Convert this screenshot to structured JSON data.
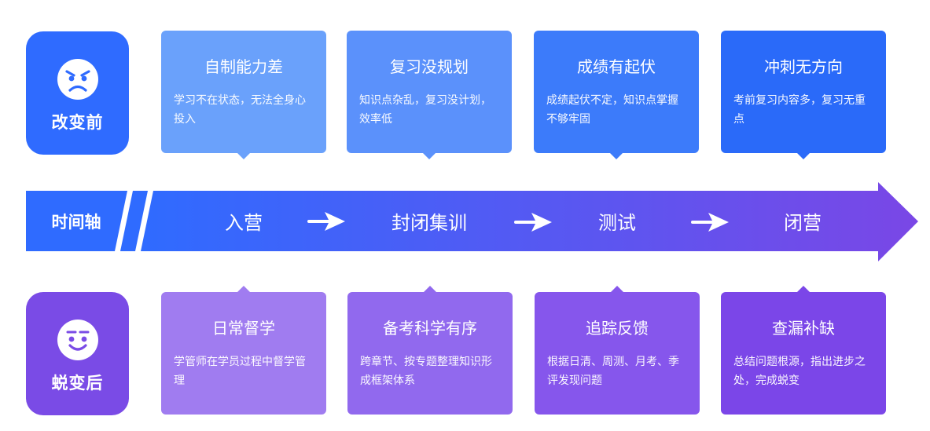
{
  "before": {
    "label": "改变前",
    "color": "#2f6bff",
    "cards": [
      {
        "title": "自制能力差",
        "desc": "学习不在状态，无法全身心投入",
        "color": "#6aa1fb"
      },
      {
        "title": "复习没规划",
        "desc": "知识点杂乱，复习没计划，效率低",
        "color": "#5b91fb"
      },
      {
        "title": "成绩有起伏",
        "desc": "成绩起伏不定，知识点掌握不够牢固",
        "color": "#3c7bfa"
      },
      {
        "title": "冲刺无方向",
        "desc": "考前复习内容多，复习无重点",
        "color": "#2a6af9"
      }
    ]
  },
  "timeline": {
    "label": "时间轴",
    "stages": [
      "入营",
      "封闭集训",
      "测试",
      "闭营"
    ],
    "gradient_start": "#2f6bff",
    "gradient_end": "#7a47e6"
  },
  "after": {
    "label": "蜕变后",
    "color": "#7a4be6",
    "cards": [
      {
        "title": "日常督学",
        "desc": "学管师在学员过程中督学管理",
        "color": "#a07cf0"
      },
      {
        "title": "备考科学有序",
        "desc": "跨章节、按专题整理知识形成框架体系",
        "color": "#9169ee"
      },
      {
        "title": "追踪反馈",
        "desc": "根据日清、周测、月考、季评发现问题",
        "color": "#8656ec"
      },
      {
        "title": "查漏补缺",
        "desc": "总结问题根源，指出进步之处，完成蜕变",
        "color": "#7b46e8"
      }
    ]
  }
}
